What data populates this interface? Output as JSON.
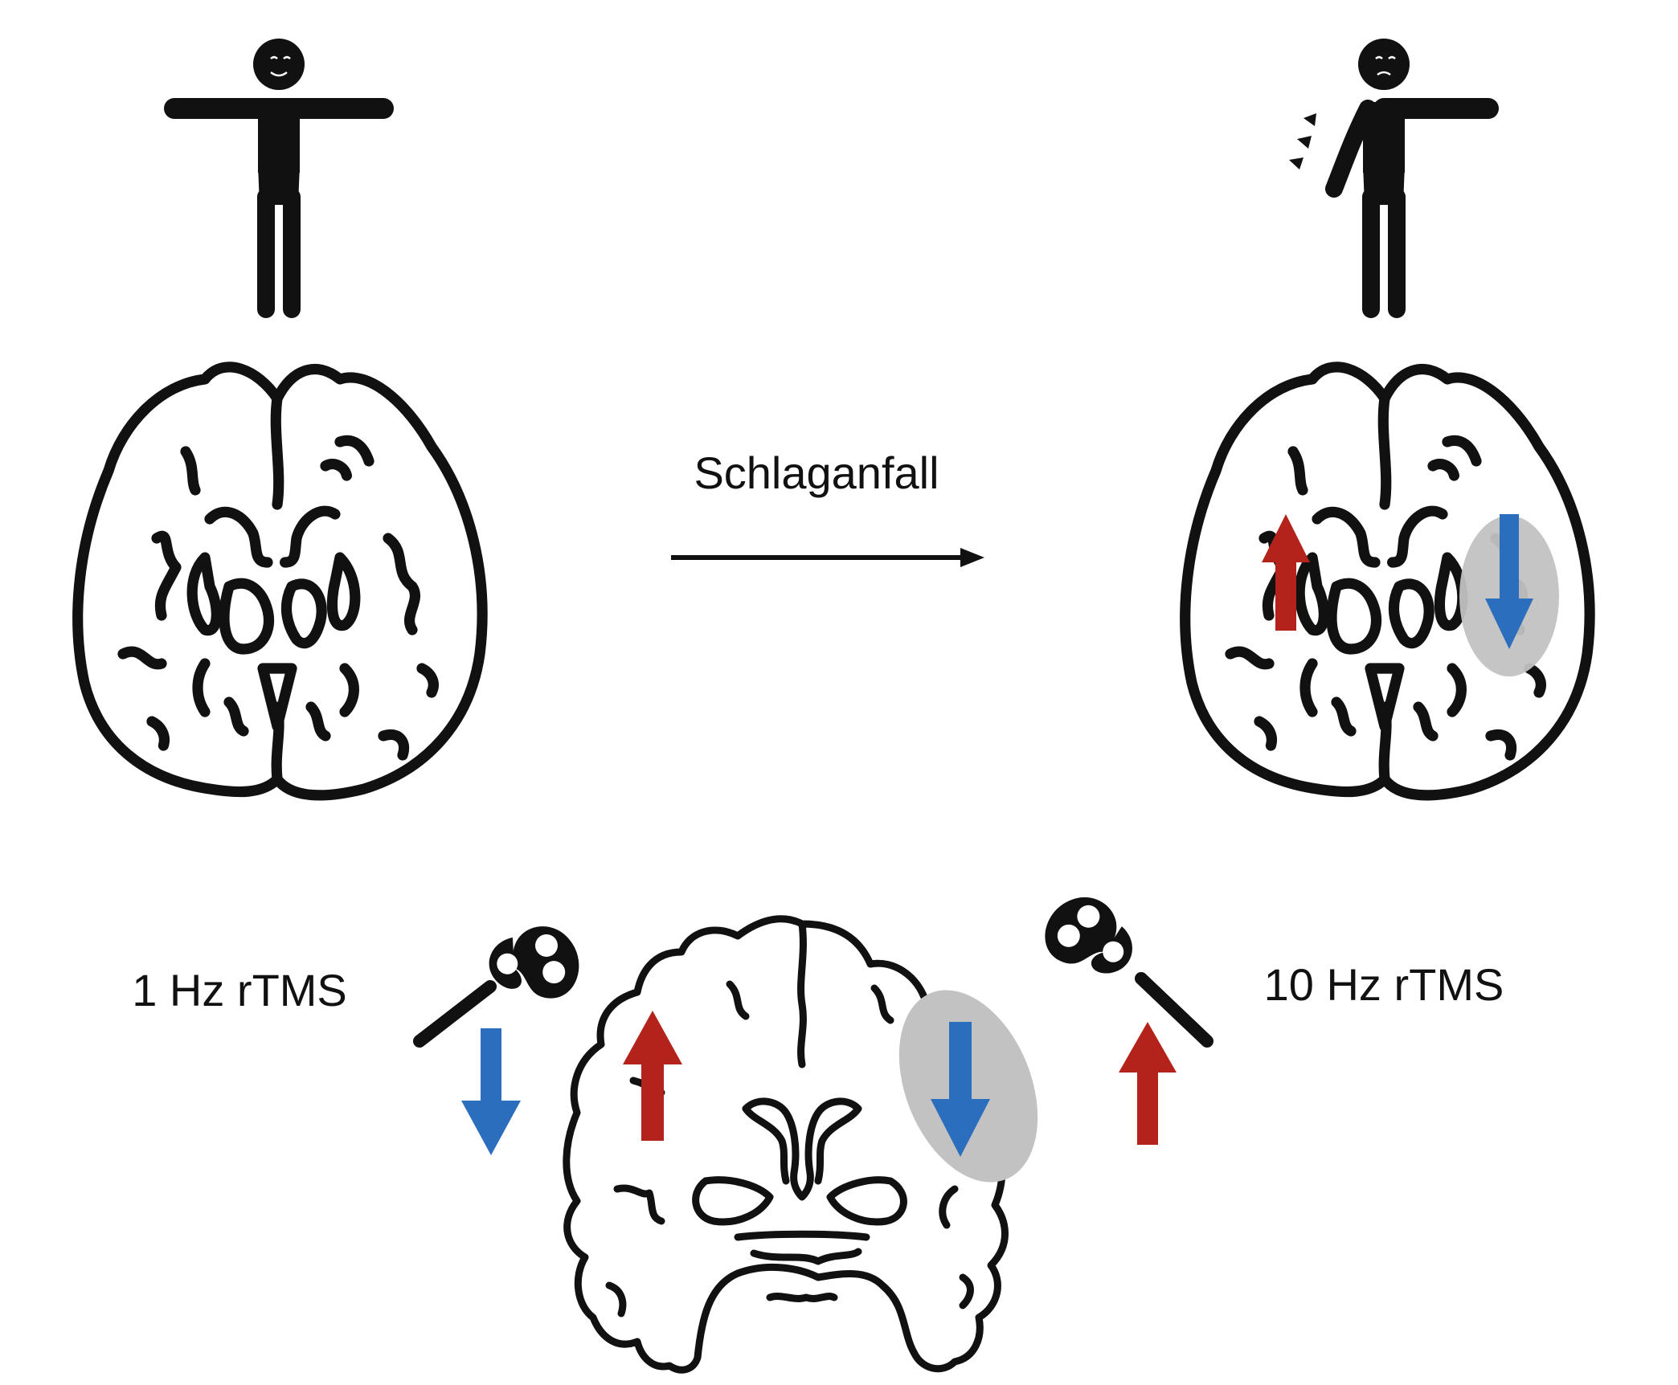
{
  "labels": {
    "stroke": "Schlaganfall",
    "low_freq": "1 Hz rTMS",
    "high_freq": "10 Hz rTMS"
  },
  "colors": {
    "increase_arrow": "#b3231b",
    "decrease_arrow": "#2c6ebe",
    "lesion": "#c2c2c2",
    "outline": "#111111"
  },
  "icons": {
    "healthy_person": "person-arms-out-icon",
    "stroke_person": "person-arm-paralysis-icon",
    "brain_axial": "brain-axial-icon",
    "brain_coronal": "brain-coronal-icon",
    "tms_coil": "figure-eight-coil-icon"
  }
}
